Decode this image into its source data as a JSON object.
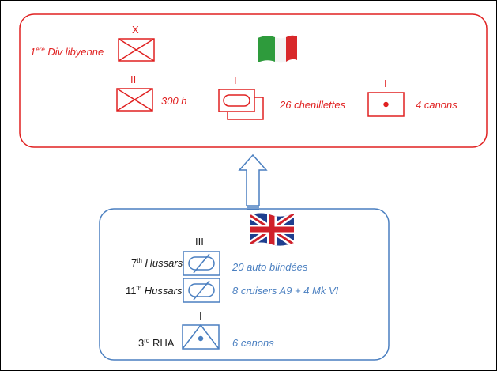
{
  "italian": {
    "flag_name": "italy-flag",
    "colors": {
      "stroke": "#e02020",
      "flag_green": "#2e9b3c",
      "flag_white": "#f4f4f4",
      "flag_red": "#d8282a"
    },
    "division": {
      "echelon": "X",
      "label_pre": "1",
      "label_sup": "ère",
      "label_post": " Div libyenne"
    },
    "infantry": {
      "echelon": "II",
      "label": "300 h"
    },
    "tankettes": {
      "echelon": "I",
      "label": "26 chenillettes"
    },
    "artillery": {
      "echelon": "I",
      "label": "4 canons"
    }
  },
  "british": {
    "flag_name": "uk-flag",
    "colors": {
      "stroke": "#4a7fc0",
      "flag_blue": "#1f3f8f",
      "flag_red": "#d0202a"
    },
    "regiment_echelon": "III",
    "hussars7": {
      "num": "7",
      "sup": "th",
      "name": " Hussars",
      "label": "20 auto blindées"
    },
    "hussars11": {
      "num": "11",
      "sup": "th",
      "name": " Hussars",
      "label": "8 cruisers A9 + 4 Mk VI"
    },
    "rha": {
      "echelon": "I",
      "num": "3",
      "sup": "rd",
      "name": " RHA",
      "label": "6 canons"
    }
  }
}
